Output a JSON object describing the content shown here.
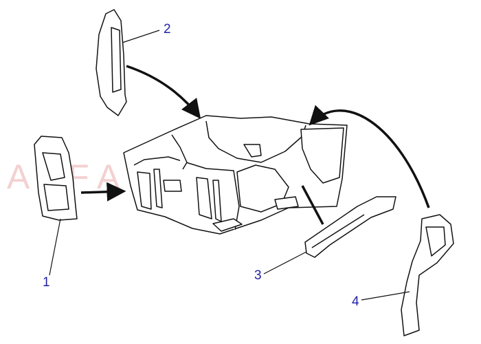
{
  "watermark": "ALFASHOP",
  "callouts": [
    {
      "number": "1",
      "color": "#1f1fa8"
    },
    {
      "number": "2",
      "color": "#1f1fa8"
    },
    {
      "number": "3",
      "color": "#1f1fa8"
    },
    {
      "number": "4",
      "color": "#1f1fa8"
    }
  ]
}
